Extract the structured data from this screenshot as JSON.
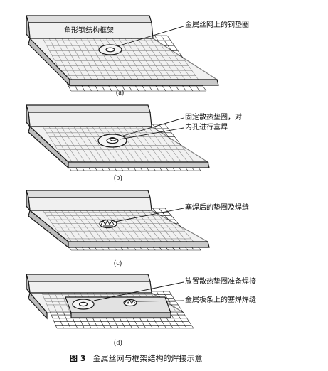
{
  "panels": [
    {
      "id": "a",
      "label": "(a)",
      "frame_text": "角形钢结构框架",
      "callouts": [
        "金属丝网上的钢垫圈"
      ]
    },
    {
      "id": "b",
      "label": "(b)",
      "frame_text": "",
      "callouts": [
        "固定散热垫圈，对",
        "内孔进行塞焊"
      ]
    },
    {
      "id": "c",
      "label": "(c)",
      "frame_text": "",
      "callouts": [
        "塞焊后的垫圈及焊缝"
      ]
    },
    {
      "id": "d",
      "label": "(d)",
      "frame_text": "",
      "callouts": [
        "放置散热垫圈准备焊接",
        "金属板条上的塞焊焊缝"
      ]
    }
  ],
  "caption": {
    "number": "图 3",
    "text": "金属丝网与框架结构的焊接示意"
  },
  "colors": {
    "line": "#1a1a1a",
    "frame_top": "#e4e4e4",
    "frame_side": "#bcbcbc",
    "strip": "#d4d4d4"
  }
}
